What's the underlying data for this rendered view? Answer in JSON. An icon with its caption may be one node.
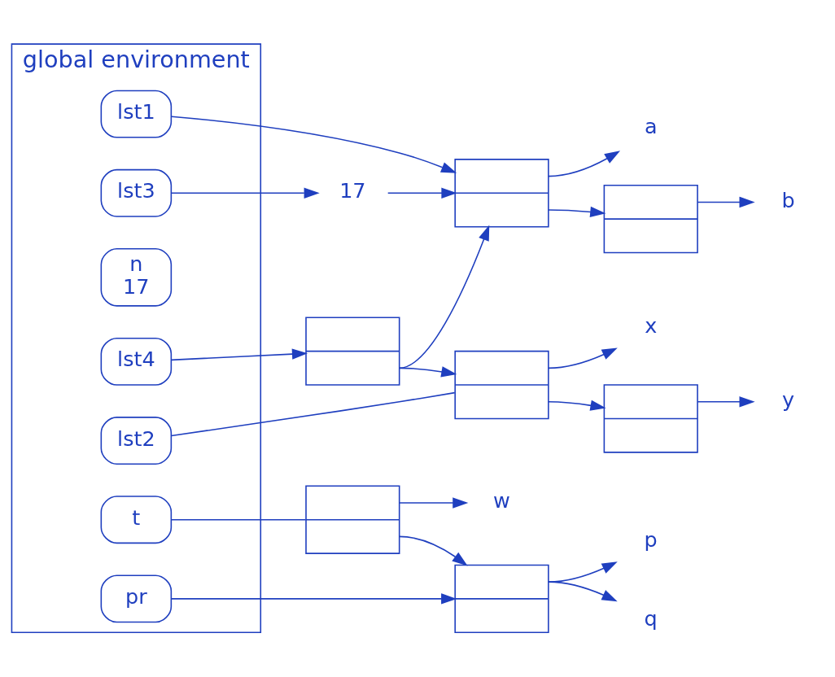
{
  "diagram": {
    "nodes": [
      {
        "text": [
          "global environment"
        ]
      },
      {
        "text": [
          "lst1"
        ],
        "in": 0
      },
      {
        "text": [
          "lst2"
        ],
        "in": 0
      },
      {
        "text": [
          "n",
          "17"
        ],
        "in": 0
      },
      {
        "text": [
          "pr"
        ],
        "in": 0
      },
      {
        "text": [
          "t"
        ],
        "in": 0
      },
      {
        "text": [
          "lst3"
        ],
        "in": 0
      },
      {
        "text": [
          "lst4"
        ],
        "in": 0
      },
      {
        "text": [],
        "shape": "box"
      },
      {
        "text": [],
        "shape": "box"
      },
      {
        "text": [
          "a"
        ]
      },
      {
        "text": [
          "b"
        ]
      },
      {
        "text": [
          "17"
        ]
      },
      {
        "text": [],
        "shape": "box"
      },
      {
        "text": [],
        "shape": "box"
      },
      {
        "text": [
          "x"
        ]
      },
      {
        "text": [
          "y"
        ]
      },
      {
        "text": [],
        "shape": "box"
      },
      {
        "text": [
          "w"
        ]
      },
      {
        "text": [],
        "shape": "box"
      },
      {
        "text": [
          "p"
        ]
      },
      {
        "text": [
          "q"
        ]
      },
      {
        "text": [],
        "shape": "box"
      }
    ],
    "edges": [
      {
        "from": 1,
        "to": 8,
        "arrow": "to"
      },
      {
        "from": 8,
        "to": 9,
        "arrow": "to"
      },
      {
        "from": 8,
        "to": 10,
        "arrow": "to"
      },
      {
        "from": 9,
        "to": 11,
        "arrow": "to"
      },
      {
        "from": 12,
        "to": 8,
        "arrow": "to"
      },
      {
        "from": 2,
        "to": 13,
        "arrow": "none"
      },
      {
        "from": 6,
        "to": 12,
        "arrow": "to"
      },
      {
        "from": 13,
        "to": 14,
        "arrow": "to"
      },
      {
        "from": 13,
        "to": 15,
        "arrow": "to"
      },
      {
        "from": 14,
        "to": 16,
        "arrow": "to"
      },
      {
        "from": 4,
        "to": 19,
        "arrow": "to"
      },
      {
        "from": 5,
        "to": 17,
        "arrow": "none"
      },
      {
        "from": 17,
        "to": 18,
        "arrow": "to"
      },
      {
        "from": 17,
        "to": 19,
        "arrow": "to"
      },
      {
        "from": 19,
        "to": 20,
        "arrow": "to"
      },
      {
        "from": 19,
        "to": 21,
        "arrow": "to"
      },
      {
        "from": 7,
        "to": 22,
        "arrow": "to"
      },
      {
        "from": 22,
        "to": 8,
        "arrow": "to"
      },
      {
        "from": 22,
        "to": 13,
        "arrow": "to"
      }
    ]
  }
}
